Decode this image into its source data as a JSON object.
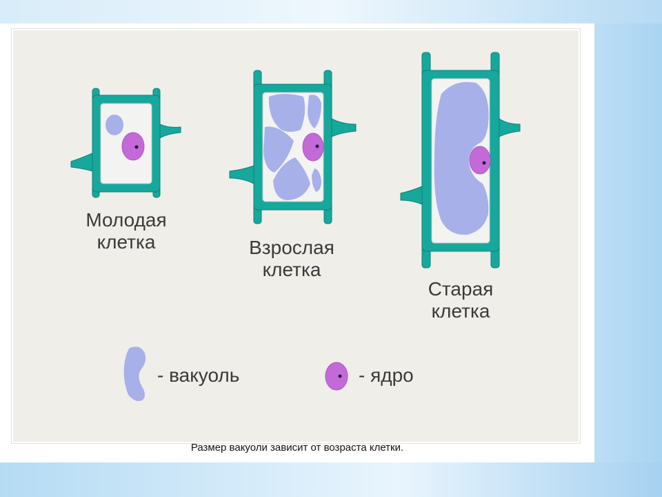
{
  "cells": [
    {
      "label_line1": "Молодая",
      "label_line2": "клетка"
    },
    {
      "label_line1": "Взрослая",
      "label_line2": "клетка"
    },
    {
      "label_line1": "Старая",
      "label_line2": "клетка"
    }
  ],
  "legend": {
    "vacuole_label": "- вакуоль",
    "nucleus_label": "- ядро"
  },
  "caption": "Размер вакуоли зависит от возраста клетки.",
  "colors": {
    "cell_wall": "#16a89c",
    "cell_wall_dark": "#0e7f78",
    "cytoplasm": "#f3f3f1",
    "vacuole": "#a8b0ea",
    "nucleus": "#c46ad8",
    "nucleolus": "#1a1030",
    "panel_background": "#efeee9"
  }
}
